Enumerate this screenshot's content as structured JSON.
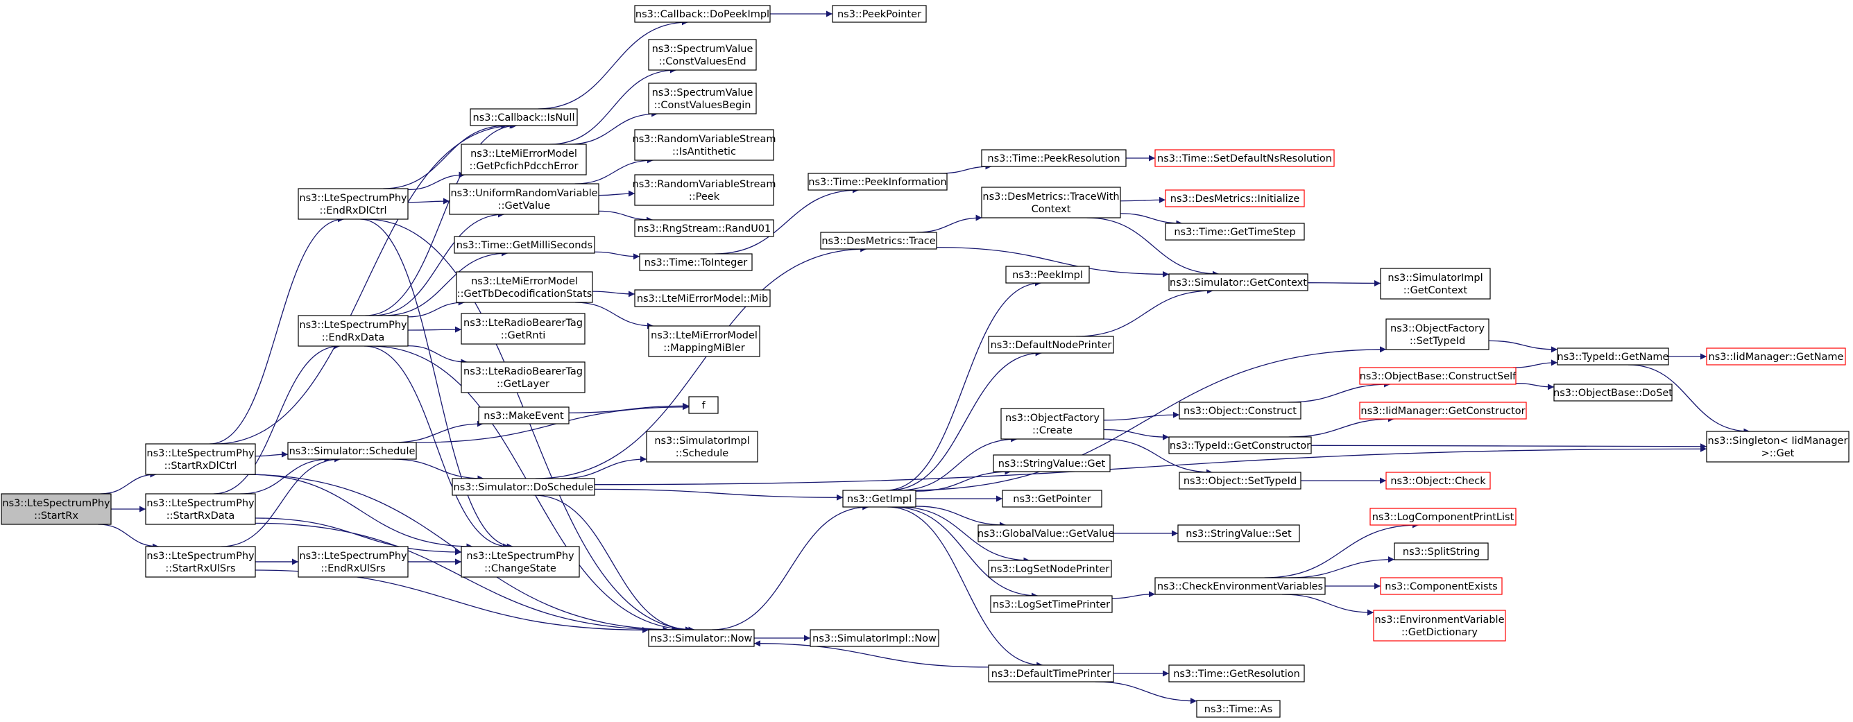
{
  "diagram": {
    "type": "call-graph",
    "colors": {
      "edge": "#191970",
      "node_border": "#000000",
      "node_fill": "#ffffff",
      "root_fill": "#bfbfbf",
      "undocumented_border": "#ff0000",
      "text": "#000000"
    },
    "nodes": [
      {
        "id": "StartRx",
        "lines": [
          "ns3::LteSpectrumPhy",
          "::StartRx"
        ],
        "style": "root"
      },
      {
        "id": "StartRxDlCtrl",
        "lines": [
          "ns3::LteSpectrumPhy",
          "::StartRxDlCtrl"
        ],
        "style": "normal"
      },
      {
        "id": "StartRxData",
        "lines": [
          "ns3::LteSpectrumPhy",
          "::StartRxData"
        ],
        "style": "normal"
      },
      {
        "id": "StartRxUlSrs",
        "lines": [
          "ns3::LteSpectrumPhy",
          "::StartRxUlSrs"
        ],
        "style": "normal"
      },
      {
        "id": "EndRxDlCtrl",
        "lines": [
          "ns3::LteSpectrumPhy",
          "::EndRxDlCtrl"
        ],
        "style": "normal"
      },
      {
        "id": "EndRxData",
        "lines": [
          "ns3::LteSpectrumPhy",
          "::EndRxData"
        ],
        "style": "normal"
      },
      {
        "id": "EndRxUlSrs",
        "lines": [
          "ns3::LteSpectrumPhy",
          "::EndRxUlSrs"
        ],
        "style": "normal"
      },
      {
        "id": "SchedSchedule",
        "lines": [
          "ns3::Simulator::Schedule"
        ],
        "style": "normal"
      },
      {
        "id": "ChangeState",
        "lines": [
          "ns3::LteSpectrumPhy",
          "::ChangeState"
        ],
        "style": "normal"
      },
      {
        "id": "IsNull",
        "lines": [
          "ns3::Callback::IsNull"
        ],
        "style": "normal"
      },
      {
        "id": "GetPcfich",
        "lines": [
          "ns3::LteMiErrorModel",
          "::GetPcfichPdcchError"
        ],
        "style": "normal"
      },
      {
        "id": "URVGetValue",
        "lines": [
          "ns3::UniformRandomVariable",
          "::GetValue"
        ],
        "style": "normal"
      },
      {
        "id": "GetMilliSeconds",
        "lines": [
          "ns3::Time::GetMilliSeconds"
        ],
        "style": "normal"
      },
      {
        "id": "GetTbDecod",
        "lines": [
          "ns3::LteMiErrorModel",
          "::GetTbDecodificationStats"
        ],
        "style": "normal"
      },
      {
        "id": "GetRnti",
        "lines": [
          "ns3::LteRadioBearerTag",
          "::GetRnti"
        ],
        "style": "normal"
      },
      {
        "id": "GetLayer",
        "lines": [
          "ns3::LteRadioBearerTag",
          "::GetLayer"
        ],
        "style": "normal"
      },
      {
        "id": "MakeEvent",
        "lines": [
          "ns3::MakeEvent"
        ],
        "style": "normal"
      },
      {
        "id": "DoSchedule",
        "lines": [
          "ns3::Simulator::DoSchedule"
        ],
        "style": "normal"
      },
      {
        "id": "SimNow",
        "lines": [
          "ns3::Simulator::Now"
        ],
        "style": "normal"
      },
      {
        "id": "DoPeekImpl",
        "lines": [
          "ns3::Callback::DoPeekImpl"
        ],
        "style": "normal"
      },
      {
        "id": "PeekPointer",
        "lines": [
          "ns3::PeekPointer"
        ],
        "style": "normal"
      },
      {
        "id": "ConstValuesEnd",
        "lines": [
          "ns3::SpectrumValue",
          "::ConstValuesEnd"
        ],
        "style": "normal"
      },
      {
        "id": "ConstValuesBegin",
        "lines": [
          "ns3::SpectrumValue",
          "::ConstValuesBegin"
        ],
        "style": "normal"
      },
      {
        "id": "IsAntithetic",
        "lines": [
          "ns3::RandomVariableStream",
          "::IsAntithetic"
        ],
        "style": "normal"
      },
      {
        "id": "RVSPeek",
        "lines": [
          "ns3::RandomVariableStream",
          "::Peek"
        ],
        "style": "normal"
      },
      {
        "id": "RandU01",
        "lines": [
          "ns3::RngStream::RandU01"
        ],
        "style": "normal"
      },
      {
        "id": "ToInteger",
        "lines": [
          "ns3::Time::ToInteger"
        ],
        "style": "normal"
      },
      {
        "id": "Mib",
        "lines": [
          "ns3::LteMiErrorModel::Mib"
        ],
        "style": "normal"
      },
      {
        "id": "MappingMiBler",
        "lines": [
          "ns3::LteMiErrorModel",
          "::MappingMiBler"
        ],
        "style": "normal"
      },
      {
        "id": "f",
        "lines": [
          "f"
        ],
        "style": "normal"
      },
      {
        "id": "SimImplSchedule",
        "lines": [
          "ns3::SimulatorImpl",
          "::Schedule"
        ],
        "style": "normal"
      },
      {
        "id": "GetImpl",
        "lines": [
          "ns3::GetImpl"
        ],
        "style": "normal"
      },
      {
        "id": "SimImplNow",
        "lines": [
          "ns3::SimulatorImpl::Now"
        ],
        "style": "normal"
      },
      {
        "id": "PeekInformation",
        "lines": [
          "ns3::Time::PeekInformation"
        ],
        "style": "normal"
      },
      {
        "id": "DesTrace",
        "lines": [
          "ns3::DesMetrics::Trace"
        ],
        "style": "normal"
      },
      {
        "id": "PeekResolution",
        "lines": [
          "ns3::Time::PeekResolution"
        ],
        "style": "normal"
      },
      {
        "id": "SetDefaultNsRes",
        "lines": [
          "ns3::Time::SetDefaultNsResolution"
        ],
        "style": "undocumented"
      },
      {
        "id": "TraceWithContext",
        "lines": [
          "ns3::DesMetrics::TraceWith",
          "Context"
        ],
        "style": "normal"
      },
      {
        "id": "DesInitialize",
        "lines": [
          "ns3::DesMetrics::Initialize"
        ],
        "style": "undocumented"
      },
      {
        "id": "GetTimeStep",
        "lines": [
          "ns3::Time::GetTimeStep"
        ],
        "style": "normal"
      },
      {
        "id": "SimGetContext",
        "lines": [
          "ns3::Simulator::GetContext"
        ],
        "style": "normal"
      },
      {
        "id": "SimImplGetContext",
        "lines": [
          "ns3::SimulatorImpl",
          "::GetContext"
        ],
        "style": "normal"
      },
      {
        "id": "PeekImpl",
        "lines": [
          "ns3::PeekImpl"
        ],
        "style": "normal"
      },
      {
        "id": "DefaultNodePrinter",
        "lines": [
          "ns3::DefaultNodePrinter"
        ],
        "style": "normal"
      },
      {
        "id": "OFSetTypeId",
        "lines": [
          "ns3::ObjectFactory",
          "::SetTypeId"
        ],
        "style": "normal"
      },
      {
        "id": "TypeIdGetName",
        "lines": [
          "ns3::TypeId::GetName"
        ],
        "style": "normal"
      },
      {
        "id": "IidGetName",
        "lines": [
          "ns3::IidManager::GetName"
        ],
        "style": "undocumented"
      },
      {
        "id": "ConstructSelf",
        "lines": [
          "ns3::ObjectBase::ConstructSelf"
        ],
        "style": "undocumented"
      },
      {
        "id": "DoSet",
        "lines": [
          "ns3::ObjectBase::DoSet"
        ],
        "style": "normal"
      },
      {
        "id": "OFCreate",
        "lines": [
          "ns3::ObjectFactory",
          "::Create"
        ],
        "style": "normal"
      },
      {
        "id": "ObjConstruct",
        "lines": [
          "ns3::Object::Construct"
        ],
        "style": "normal"
      },
      {
        "id": "IidGetConstructor",
        "lines": [
          "ns3::IidManager::GetConstructor"
        ],
        "style": "undocumented"
      },
      {
        "id": "TypeIdGetConstructor",
        "lines": [
          "ns3::TypeId::GetConstructor"
        ],
        "style": "normal"
      },
      {
        "id": "SingletonGet",
        "lines": [
          "ns3::Singleton< IidManager",
          ">::Get"
        ],
        "style": "normal"
      },
      {
        "id": "ObjSetTypeId",
        "lines": [
          "ns3::Object::SetTypeId"
        ],
        "style": "normal"
      },
      {
        "id": "ObjCheck",
        "lines": [
          "ns3::Object::Check"
        ],
        "style": "undocumented"
      },
      {
        "id": "StringValueGet",
        "lines": [
          "ns3::StringValue::Get"
        ],
        "style": "normal"
      },
      {
        "id": "GetPointer",
        "lines": [
          "ns3::GetPointer"
        ],
        "style": "normal"
      },
      {
        "id": "GVGetValue",
        "lines": [
          "ns3::GlobalValue::GetValue"
        ],
        "style": "normal"
      },
      {
        "id": "StringValueSet",
        "lines": [
          "ns3::StringValue::Set"
        ],
        "style": "normal"
      },
      {
        "id": "LogSetNodePrinter",
        "lines": [
          "ns3::LogSetNodePrinter"
        ],
        "style": "normal"
      },
      {
        "id": "LogSetTimePrinter",
        "lines": [
          "ns3::LogSetTimePrinter"
        ],
        "style": "normal"
      },
      {
        "id": "CheckEnv",
        "lines": [
          "ns3::CheckEnvironmentVariables"
        ],
        "style": "normal"
      },
      {
        "id": "LogCompPrintList",
        "lines": [
          "ns3::LogComponentPrintList"
        ],
        "style": "undocumented"
      },
      {
        "id": "SplitString",
        "lines": [
          "ns3::SplitString"
        ],
        "style": "normal"
      },
      {
        "id": "ComponentExists",
        "lines": [
          "ns3::ComponentExists"
        ],
        "style": "undocumented"
      },
      {
        "id": "EnvGetDict",
        "lines": [
          "ns3::EnvironmentVariable",
          "::GetDictionary"
        ],
        "style": "undocumented"
      },
      {
        "id": "DefaultTimePrinter",
        "lines": [
          "ns3::DefaultTimePrinter"
        ],
        "style": "normal"
      },
      {
        "id": "TimeGetResolution",
        "lines": [
          "ns3::Time::GetResolution"
        ],
        "style": "normal"
      },
      {
        "id": "TimeAs",
        "lines": [
          "ns3::Time::As"
        ],
        "style": "normal"
      }
    ],
    "edges": [
      [
        "StartRx",
        "StartRxDlCtrl"
      ],
      [
        "StartRx",
        "StartRxData"
      ],
      [
        "StartRx",
        "StartRxUlSrs"
      ],
      [
        "StartRxDlCtrl",
        "EndRxDlCtrl"
      ],
      [
        "StartRxDlCtrl",
        "IsNull"
      ],
      [
        "StartRxDlCtrl",
        "SchedSchedule"
      ],
      [
        "StartRxDlCtrl",
        "ChangeState"
      ],
      [
        "StartRxDlCtrl",
        "SimNow"
      ],
      [
        "StartRxData",
        "EndRxData"
      ],
      [
        "StartRxData",
        "SchedSchedule"
      ],
      [
        "StartRxData",
        "ChangeState"
      ],
      [
        "StartRxData",
        "SimNow"
      ],
      [
        "StartRxUlSrs",
        "EndRxUlSrs"
      ],
      [
        "StartRxUlSrs",
        "SchedSchedule"
      ],
      [
        "StartRxUlSrs",
        "ChangeState"
      ],
      [
        "StartRxUlSrs",
        "SimNow"
      ],
      [
        "EndRxDlCtrl",
        "IsNull"
      ],
      [
        "EndRxDlCtrl",
        "GetPcfich"
      ],
      [
        "EndRxDlCtrl",
        "URVGetValue"
      ],
      [
        "EndRxDlCtrl",
        "ChangeState"
      ],
      [
        "EndRxDlCtrl",
        "SimNow"
      ],
      [
        "EndRxData",
        "IsNull"
      ],
      [
        "EndRxData",
        "URVGetValue"
      ],
      [
        "EndRxData",
        "GetMilliSeconds"
      ],
      [
        "EndRxData",
        "GetTbDecod"
      ],
      [
        "EndRxData",
        "GetRnti"
      ],
      [
        "EndRxData",
        "GetLayer"
      ],
      [
        "EndRxData",
        "ChangeState"
      ],
      [
        "EndRxData",
        "SimNow"
      ],
      [
        "EndRxUlSrs",
        "ChangeState"
      ],
      [
        "SchedSchedule",
        "MakeEvent"
      ],
      [
        "SchedSchedule",
        "f"
      ],
      [
        "SchedSchedule",
        "DoSchedule"
      ],
      [
        "MakeEvent",
        "f"
      ],
      [
        "IsNull",
        "DoPeekImpl"
      ],
      [
        "DoPeekImpl",
        "PeekPointer"
      ],
      [
        "GetPcfich",
        "ConstValuesEnd"
      ],
      [
        "GetPcfich",
        "ConstValuesBegin"
      ],
      [
        "URVGetValue",
        "IsAntithetic"
      ],
      [
        "URVGetValue",
        "RVSPeek"
      ],
      [
        "URVGetValue",
        "RandU01"
      ],
      [
        "GetMilliSeconds",
        "ToInteger"
      ],
      [
        "ToInteger",
        "PeekInformation"
      ],
      [
        "GetTbDecod",
        "Mib"
      ],
      [
        "GetTbDecod",
        "MappingMiBler"
      ],
      [
        "DoSchedule",
        "SimImplSchedule"
      ],
      [
        "DoSchedule",
        "GetImpl"
      ],
      [
        "DoSchedule",
        "DesTrace"
      ],
      [
        "DoSchedule",
        "SimNow"
      ],
      [
        "DoSchedule",
        "SingletonGet"
      ],
      [
        "SimNow",
        "GetImpl"
      ],
      [
        "SimNow",
        "SimImplNow"
      ],
      [
        "PeekInformation",
        "PeekResolution"
      ],
      [
        "PeekResolution",
        "SetDefaultNsRes"
      ],
      [
        "DesTrace",
        "TraceWithContext"
      ],
      [
        "DesTrace",
        "SimGetContext"
      ],
      [
        "TraceWithContext",
        "DesInitialize"
      ],
      [
        "TraceWithContext",
        "GetTimeStep"
      ],
      [
        "TraceWithContext",
        "SimGetContext"
      ],
      [
        "SimGetContext",
        "SimImplGetContext"
      ],
      [
        "GetImpl",
        "PeekImpl"
      ],
      [
        "GetImpl",
        "DefaultNodePrinter"
      ],
      [
        "GetImpl",
        "OFSetTypeId"
      ],
      [
        "GetImpl",
        "OFCreate"
      ],
      [
        "GetImpl",
        "StringValueGet"
      ],
      [
        "GetImpl",
        "GetPointer"
      ],
      [
        "GetImpl",
        "GVGetValue"
      ],
      [
        "GetImpl",
        "LogSetNodePrinter"
      ],
      [
        "GetImpl",
        "LogSetTimePrinter"
      ],
      [
        "GetImpl",
        "DefaultTimePrinter"
      ],
      [
        "DefaultNodePrinter",
        "SimGetContext"
      ],
      [
        "OFSetTypeId",
        "TypeIdGetName"
      ],
      [
        "TypeIdGetName",
        "IidGetName"
      ],
      [
        "TypeIdGetName",
        "SingletonGet"
      ],
      [
        "OFCreate",
        "ObjConstruct"
      ],
      [
        "OFCreate",
        "TypeIdGetConstructor"
      ],
      [
        "OFCreate",
        "ObjSetTypeId"
      ],
      [
        "ObjConstruct",
        "ConstructSelf"
      ],
      [
        "ConstructSelf",
        "TypeIdGetName"
      ],
      [
        "ConstructSelf",
        "DoSet"
      ],
      [
        "TypeIdGetConstructor",
        "IidGetConstructor"
      ],
      [
        "TypeIdGetConstructor",
        "SingletonGet"
      ],
      [
        "ObjSetTypeId",
        "ObjCheck"
      ],
      [
        "GVGetValue",
        "StringValueSet"
      ],
      [
        "LogSetTimePrinter",
        "CheckEnv"
      ],
      [
        "CheckEnv",
        "LogCompPrintList"
      ],
      [
        "CheckEnv",
        "SplitString"
      ],
      [
        "CheckEnv",
        "ComponentExists"
      ],
      [
        "CheckEnv",
        "EnvGetDict"
      ],
      [
        "DefaultTimePrinter",
        "SimNow"
      ],
      [
        "DefaultTimePrinter",
        "TimeGetResolution"
      ],
      [
        "DefaultTimePrinter",
        "TimeAs"
      ]
    ]
  }
}
